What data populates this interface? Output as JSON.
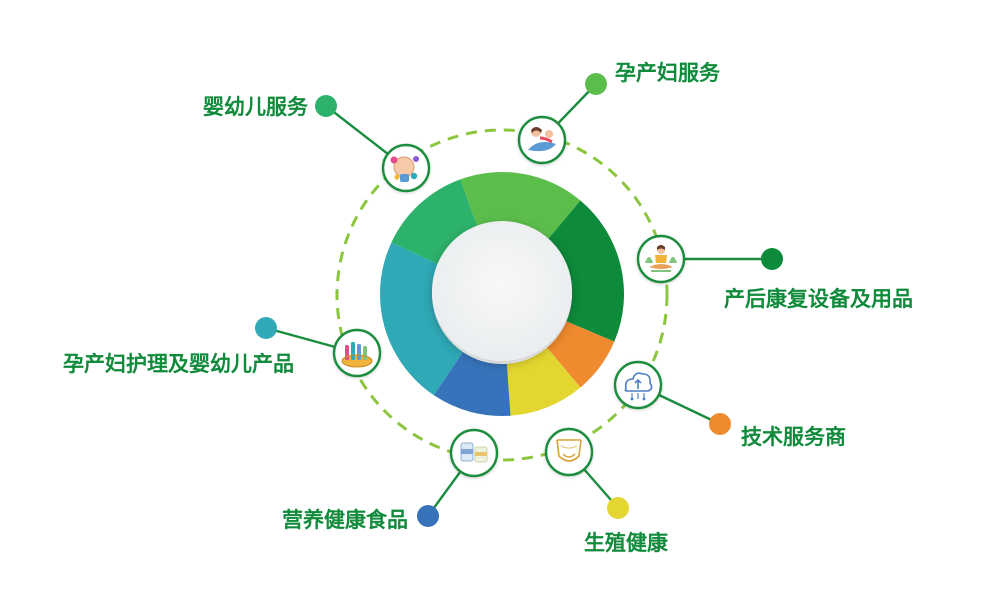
{
  "colors": {
    "label_text": "#108a3b",
    "ring_dash": "#8cc63f",
    "spoke": "#1a8c3e",
    "hub_fill": "#f1f3f4"
  },
  "diagram": {
    "segments": [
      {
        "name": "孕产妇服务",
        "color": "#5bbe4b",
        "icon": "mother-baby-icon"
      },
      {
        "name": "产后康复设备及用品",
        "color": "#0d8a3a",
        "icon": "meditation-icon"
      },
      {
        "name": "技术服务商",
        "color": "#ef8a2f",
        "icon": "cloud-upload-icon"
      },
      {
        "name": "生殖健康",
        "color": "#e3d630",
        "icon": "pelvis-icon"
      },
      {
        "name": "营养健康食品",
        "color": "#3673ba",
        "icon": "food-package-icon"
      },
      {
        "name": "孕产妇护理及婴幼儿产品",
        "color": "#2fa9b6",
        "icon": "baby-bottles-icon"
      },
      {
        "name": "婴幼儿服务",
        "color": "#2db26b",
        "icon": "baby-toys-icon"
      }
    ]
  }
}
